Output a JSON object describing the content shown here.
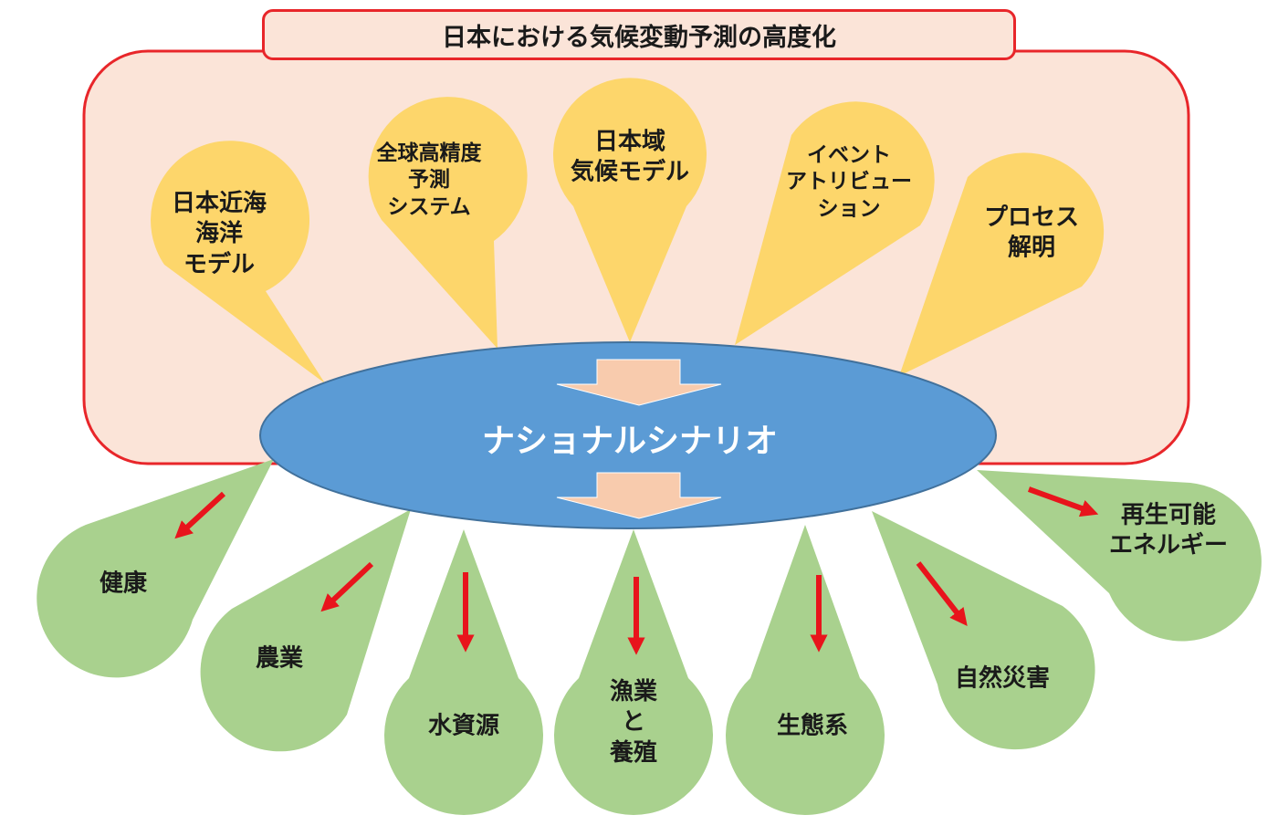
{
  "title": "日本における気候変動予測の高度化",
  "center": "ナショナルシナリオ",
  "inputs": [
    {
      "id": "kaiyo",
      "lines": [
        "日本近海",
        "海洋",
        "モデル"
      ]
    },
    {
      "id": "zenkyu",
      "lines": [
        "全球高精度",
        "予測",
        "システム"
      ]
    },
    {
      "id": "nihoniki",
      "lines": [
        "日本域",
        "気候モデル"
      ]
    },
    {
      "id": "event",
      "lines": [
        "イベント",
        "アトリビュー",
        "ション"
      ]
    },
    {
      "id": "process",
      "lines": [
        "プロセス",
        "解明"
      ]
    }
  ],
  "outputs": [
    {
      "id": "kenko",
      "lines": [
        "健康"
      ]
    },
    {
      "id": "nogyo",
      "lines": [
        "農業"
      ]
    },
    {
      "id": "mizu",
      "lines": [
        "水資源"
      ]
    },
    {
      "id": "gyogyo",
      "lines": [
        "漁業",
        "と",
        "養殖"
      ]
    },
    {
      "id": "seitai",
      "lines": [
        "生態系"
      ]
    },
    {
      "id": "saigai",
      "lines": [
        "自然災害"
      ]
    },
    {
      "id": "energy",
      "lines": [
        "再生可能",
        "エネルギー"
      ]
    }
  ],
  "colors": {
    "frame_border": "#e8262a",
    "frame_fill": "#fbe4d8",
    "input_drop": "#fdd66b",
    "output_drop": "#a9d18e",
    "ellipse_fill": "#5b9bd5",
    "ellipse_stroke": "#41719c",
    "flow_arrow": "#f8cbad",
    "red_arrow": "#e8141c"
  }
}
